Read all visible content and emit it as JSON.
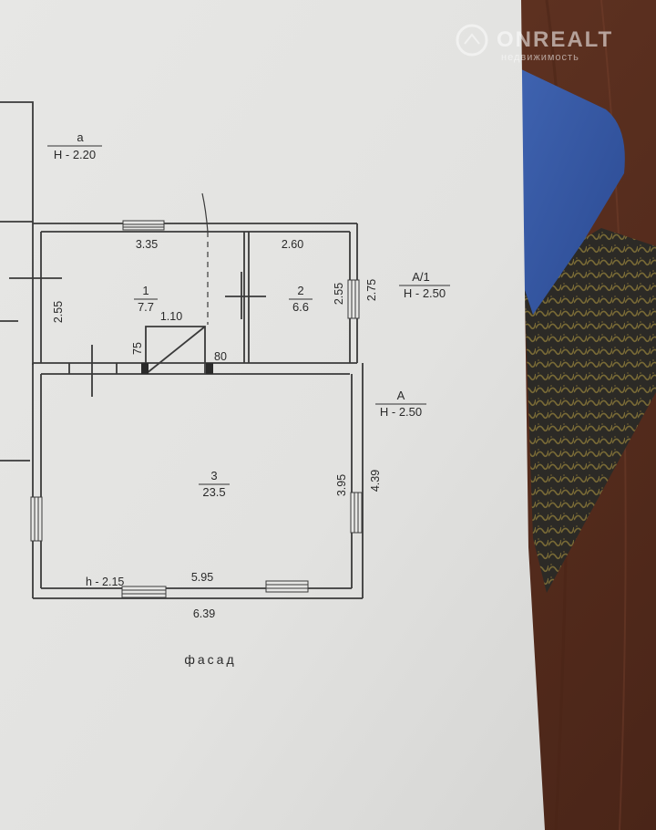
{
  "watermark": {
    "brand": "ONREALT",
    "tagline": "недвижимость"
  },
  "plan": {
    "rooms": [
      {
        "number": "1",
        "area": "7.7"
      },
      {
        "number": "2",
        "area": "6.6"
      },
      {
        "number": "3",
        "area": "23.5"
      }
    ],
    "dimensions": {
      "room1_width": "3.35",
      "room2_width": "2.60",
      "room1_depth": "2.55",
      "room2_depth": "2.55",
      "upper_depth": "2.75",
      "stair_width": "1.10",
      "stair_75": "75",
      "stair_80": "80",
      "room3_depth": "3.95",
      "total_depth": "4.39",
      "room3_width": "5.95",
      "total_width": "6.39"
    },
    "height_h": "h - 2.15",
    "blocks": {
      "a": {
        "letter": "а",
        "height": "Н - 2.20"
      },
      "a1": {
        "letter": "А/1",
        "height": "Н - 2.50"
      },
      "A": {
        "letter": "А",
        "height": "Н - 2.50"
      }
    },
    "facade": "фасад"
  }
}
